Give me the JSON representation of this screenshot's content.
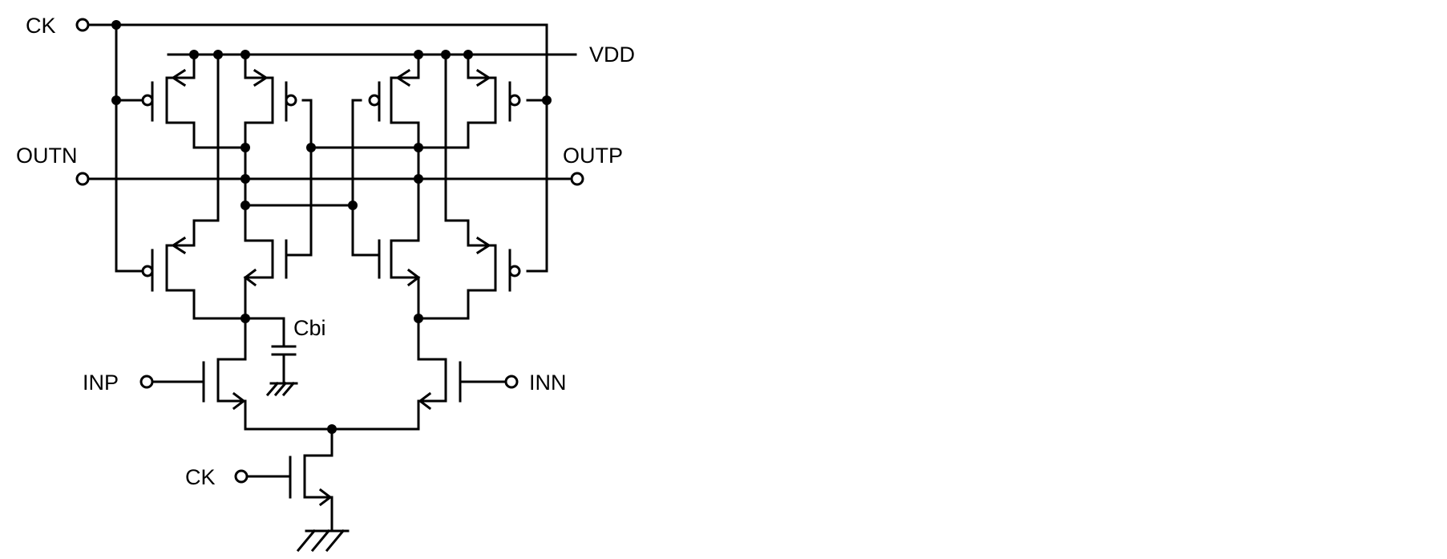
{
  "labels": {
    "ck_top": "CK",
    "vdd": "VDD",
    "outn": "OUTN",
    "outp": "OUTP",
    "cbi": "Cbi",
    "inp": "INP",
    "inn": "INN",
    "ck_bottom": "CK"
  },
  "colors": {
    "wire": "#000000",
    "background": "#ffffff"
  }
}
